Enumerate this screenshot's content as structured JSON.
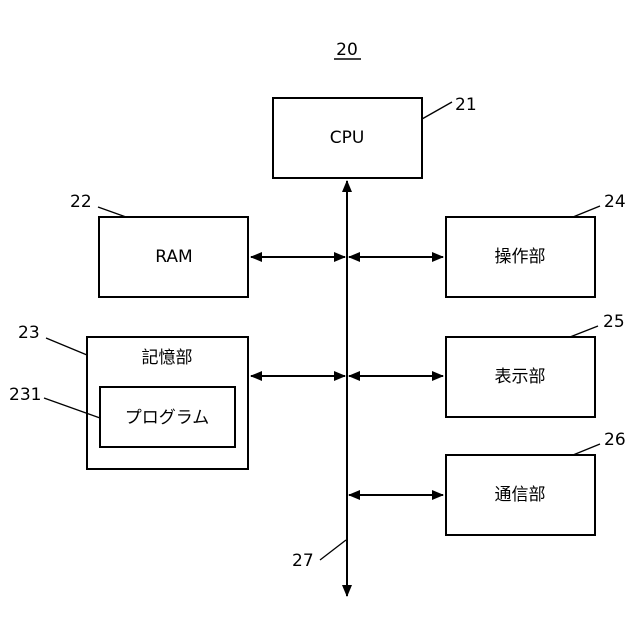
{
  "figure_number": "20",
  "blocks": {
    "cpu": {
      "label": "CPU",
      "ref": "21"
    },
    "ram": {
      "label": "RAM",
      "ref": "22"
    },
    "storage": {
      "label": "記憶部",
      "ref": "23"
    },
    "program": {
      "label": "プログラム",
      "ref": "231"
    },
    "operation": {
      "label": "操作部",
      "ref": "24"
    },
    "display": {
      "label": "表示部",
      "ref": "25"
    },
    "communication": {
      "label": "通信部",
      "ref": "26"
    }
  },
  "bus": {
    "ref": "27"
  }
}
